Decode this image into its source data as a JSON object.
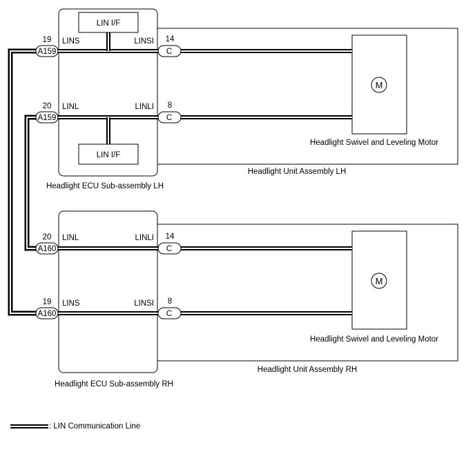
{
  "ecu_lh": {
    "name": "Headlight ECU Sub-assembly LH",
    "lin_if_top": "LIN I/F",
    "lin_if_bottom": "LIN I/F",
    "pins": [
      {
        "num": "19",
        "conn": "A159",
        "label": "LINS"
      },
      {
        "num": "20",
        "conn": "A159",
        "label": "LINL"
      }
    ],
    "out_pins": [
      {
        "label": "LINSI",
        "num": "14",
        "conn": "C"
      },
      {
        "label": "LINLI",
        "num": "8",
        "conn": "C"
      }
    ]
  },
  "unit_lh": {
    "name": "Headlight Unit Assembly LH",
    "motor_name": "Headlight Swivel and Leveling Motor",
    "motor_symbol": "M"
  },
  "ecu_rh": {
    "name": "Headlight ECU Sub-assembly RH",
    "pins": [
      {
        "num": "20",
        "conn": "A160",
        "label": "LINL"
      },
      {
        "num": "19",
        "conn": "A160",
        "label": "LINS"
      }
    ],
    "out_pins": [
      {
        "label": "LINLI",
        "num": "14",
        "conn": "C"
      },
      {
        "label": "LINSI",
        "num": "8",
        "conn": "C"
      }
    ]
  },
  "unit_rh": {
    "name": "Headlight Unit Assembly RH",
    "motor_name": "Headlight Swivel and Leveling Motor",
    "motor_symbol": "M"
  },
  "legend": {
    "text": ": LIN Communication Line"
  }
}
